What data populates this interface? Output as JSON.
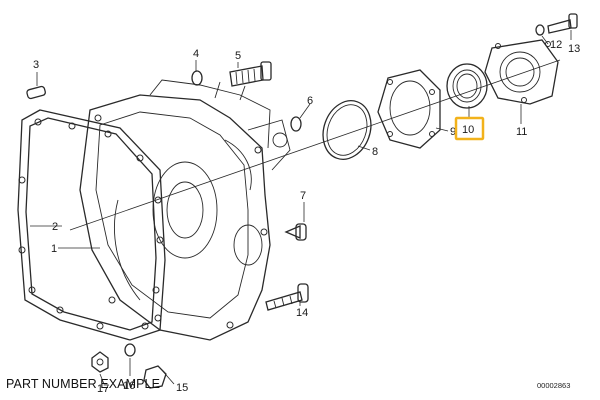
{
  "callouts": {
    "p1": "1",
    "p2": "2",
    "p3": "3",
    "p4": "4",
    "p5": "5",
    "p6": "6",
    "p7": "7",
    "p8": "8",
    "p9": "9",
    "p10": "10",
    "p11": "11",
    "p12": "12",
    "p13": "13",
    "p14": "14",
    "p15": "15",
    "p16": "16",
    "p17": "17"
  },
  "highlight": {
    "part": "10",
    "color": "#f2b21b"
  },
  "caption": "PART NUMBER EXAMPLE",
  "diagram_code": "00002863"
}
